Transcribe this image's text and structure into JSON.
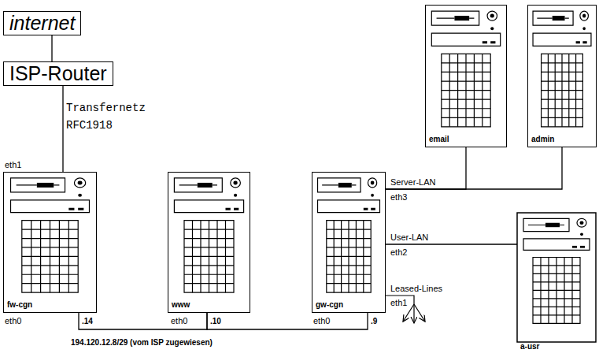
{
  "diagram": {
    "nodes": [
      {
        "text": [
          "internet"
        ]
      },
      {
        "text": [
          "ISP-Router"
        ]
      },
      {
        "text": [
          "email"
        ]
      },
      {
        "text": [
          "admin"
        ]
      },
      {
        "text": [
          "fw-cgn"
        ]
      },
      {
        "text": [
          "www"
        ]
      },
      {
        "text": [
          "gw-cgn"
        ]
      },
      {
        "text": [
          "a-usr"
        ]
      }
    ],
    "edges": [
      {
        "from": 0,
        "to": 1,
        "arrow": "none"
      },
      {
        "from": 1,
        "to": 4,
        "label": "Transfernetz RFC1918",
        "arrow": "none"
      },
      {
        "from": 4,
        "to": 5,
        "arrow": "none"
      },
      {
        "from": 5,
        "to": 6,
        "arrow": "none"
      },
      {
        "from": 6,
        "to": 2,
        "arrow": "none"
      },
      {
        "from": 6,
        "to": 3,
        "arrow": "none"
      },
      {
        "from": 6,
        "to": 7,
        "arrow": "none"
      }
    ],
    "labels": [
      "eth1",
      "eth0",
      ".14",
      "eth0",
      ".10",
      "eth0",
      ".9",
      "eth3",
      "Server-LAN",
      "eth2",
      "User-LAN",
      "eth1",
      "Leased-Lines",
      "194.120.12.8/29 (vom ISP zugewiesen)"
    ]
  }
}
